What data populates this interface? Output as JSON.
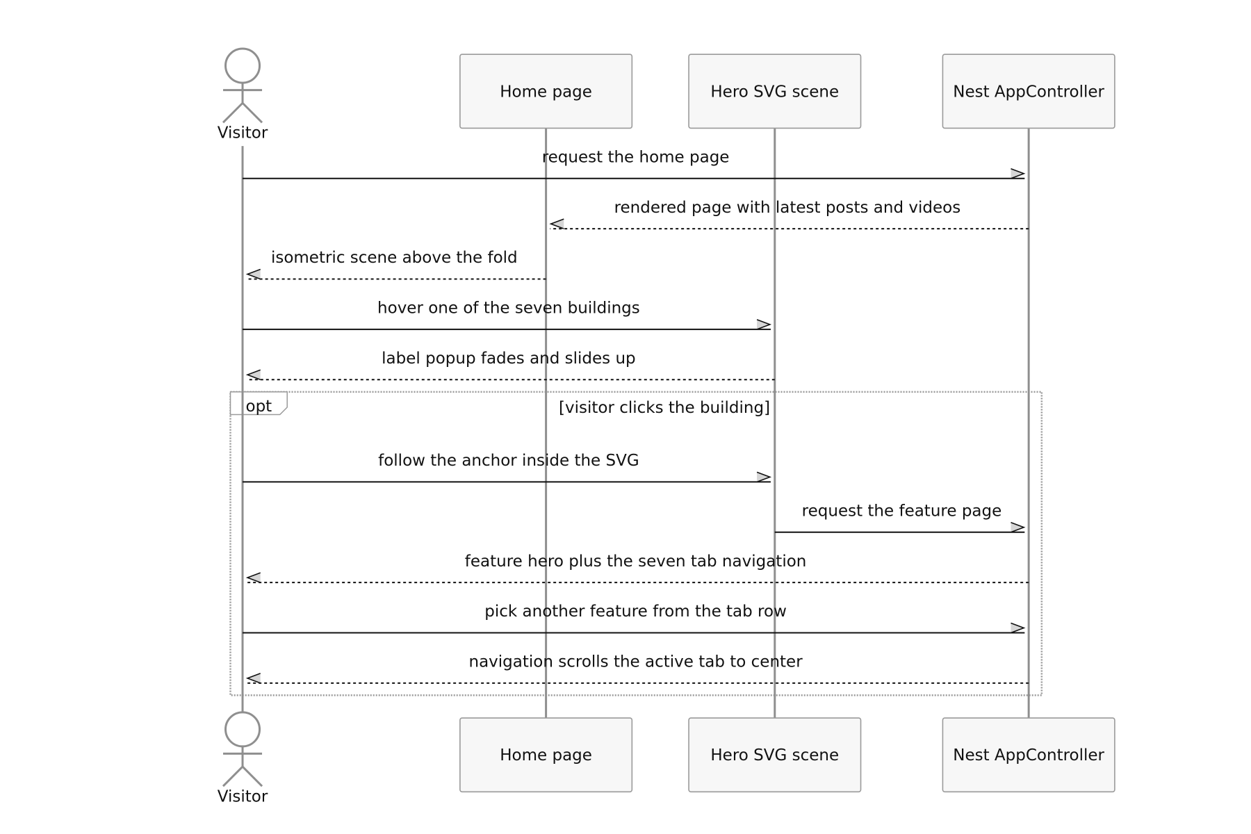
{
  "participants": [
    {
      "id": "visitor",
      "label": "Visitor",
      "kind": "actor"
    },
    {
      "id": "home",
      "label": "Home page",
      "kind": "box"
    },
    {
      "id": "hero",
      "label": "Hero SVG scene",
      "kind": "box"
    },
    {
      "id": "nest",
      "label": "Nest AppController",
      "kind": "box"
    }
  ],
  "messages": [
    {
      "from": "visitor",
      "to": "nest",
      "text": "request the home page",
      "style": "solid"
    },
    {
      "from": "nest",
      "to": "home",
      "text": "rendered page with latest posts and videos",
      "style": "dashed"
    },
    {
      "from": "home",
      "to": "visitor",
      "text": "isometric scene above the fold",
      "style": "dashed"
    },
    {
      "from": "visitor",
      "to": "hero",
      "text": "hover one of the seven buildings",
      "style": "solid"
    },
    {
      "from": "hero",
      "to": "visitor",
      "text": "label popup fades and slides up",
      "style": "dashed"
    },
    {
      "from": "visitor",
      "to": "hero",
      "text": "follow the anchor inside the SVG",
      "style": "solid"
    },
    {
      "from": "hero",
      "to": "nest",
      "text": "request the feature page",
      "style": "solid"
    },
    {
      "from": "nest",
      "to": "visitor",
      "text": "feature hero plus the seven tab navigation",
      "style": "dashed"
    },
    {
      "from": "visitor",
      "to": "nest",
      "text": "pick another feature from the tab row",
      "style": "solid"
    },
    {
      "from": "nest",
      "to": "visitor",
      "text": "navigation scrolls the active tab to center",
      "style": "dashed"
    }
  ],
  "fragment": {
    "operator": "opt",
    "condition": "[visitor clicks the building]",
    "first_message": 5,
    "last_message": 9
  }
}
